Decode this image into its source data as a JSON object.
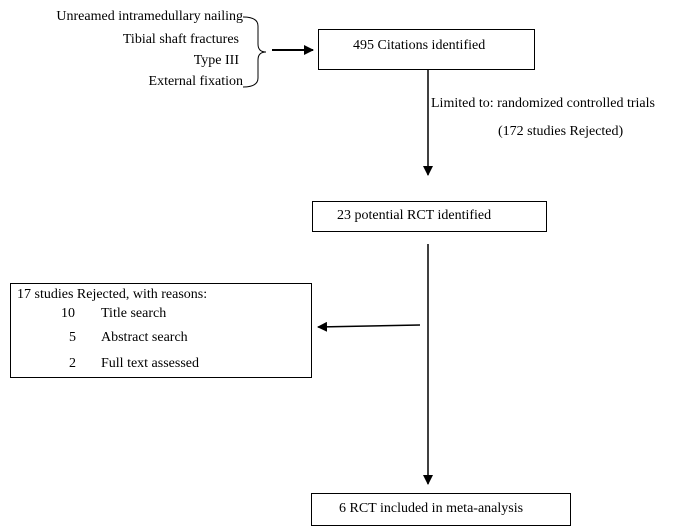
{
  "search_terms": [
    "Unreamed intramedullary nailing",
    "Tibial shaft fractures",
    "Type III",
    "External fixation"
  ],
  "boxes": {
    "identified": "495 Citations identified",
    "potential": "23 potential RCT identified",
    "included": "6 RCT included in meta-analysis"
  },
  "limit": {
    "line1": "Limited to: randomized controlled trials",
    "line2": "(172 studies Rejected)"
  },
  "rejected": {
    "title": "17 studies Rejected, with reasons:",
    "reasons": [
      {
        "count": "10",
        "label": "Title search"
      },
      {
        "count": "5",
        "label": "Abstract search"
      },
      {
        "count": "2",
        "label": "Full text assessed"
      }
    ]
  }
}
